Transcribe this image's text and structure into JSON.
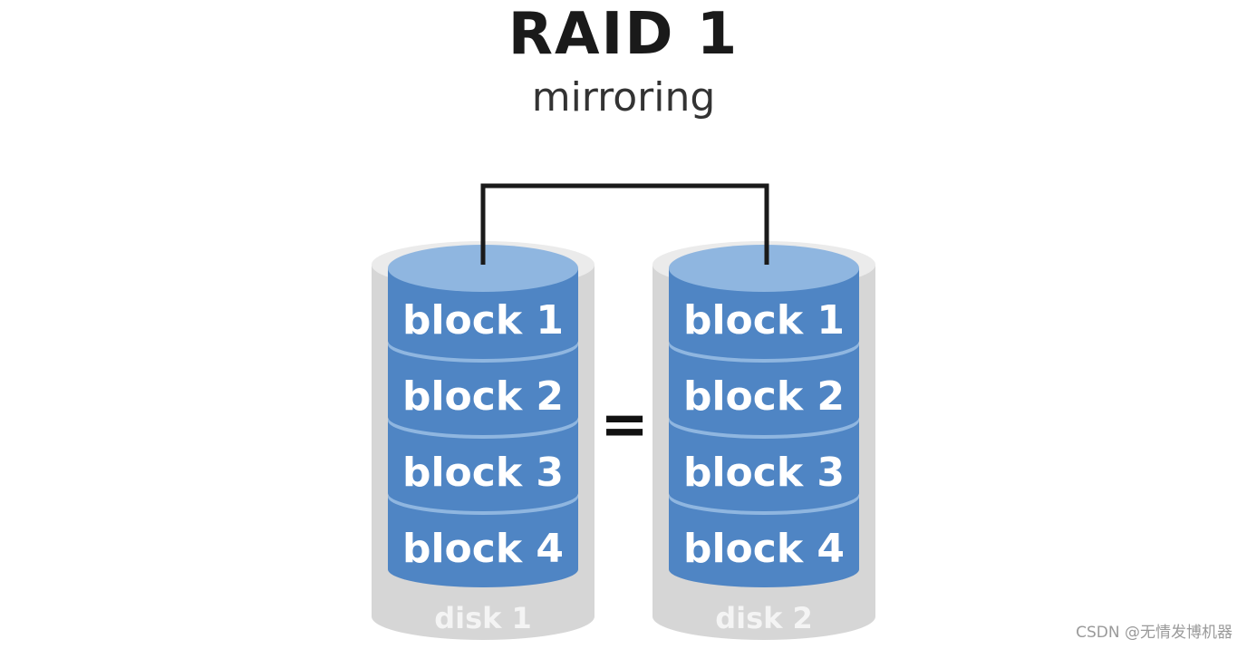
{
  "title": "RAID 1",
  "subtitle": "mirroring",
  "equals_sign": "=",
  "disks": [
    {
      "label": "disk 1",
      "blocks": [
        "block 1",
        "block 2",
        "block 3",
        "block 4"
      ]
    },
    {
      "label": "disk 2",
      "blocks": [
        "block 1",
        "block 2",
        "block 3",
        "block 4"
      ]
    }
  ],
  "watermark": "CSDN @无情发博机器",
  "colors": {
    "block_fill": "#5b8fcc",
    "block_top": "#8fb6e0",
    "block_edge": "#3f73b3",
    "disk_body": "#d6d6d6",
    "disk_rim": "#ebebeb",
    "connector": "#1a1a1a"
  }
}
